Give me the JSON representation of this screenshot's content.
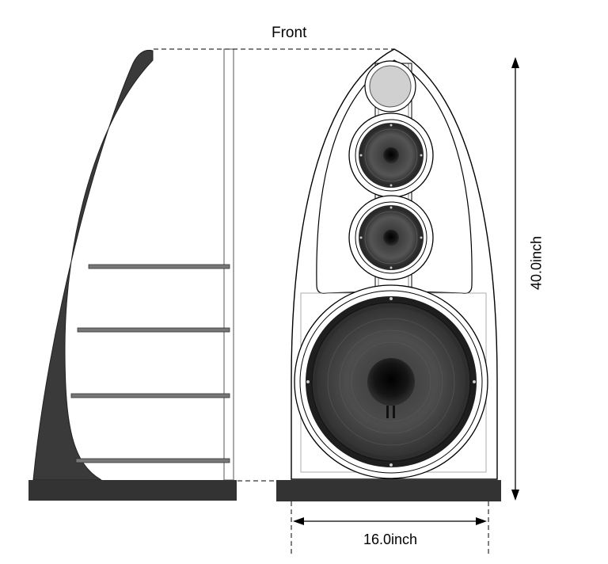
{
  "labels": {
    "view": "Front",
    "height_dimension": "40.0inch",
    "width_dimension": "16.0inch"
  },
  "colors": {
    "stroke": "#000000",
    "side_panel": "#3a3a3a",
    "base": "#333333",
    "tweeter_dome": "#d0d0d0",
    "woofer_cone": "#4a4a4a"
  },
  "components": {
    "tweeter": "tweeter-icon",
    "midrange": [
      "midrange-driver-icon",
      "midrange-driver-icon"
    ],
    "woofer": "woofer-icon"
  }
}
